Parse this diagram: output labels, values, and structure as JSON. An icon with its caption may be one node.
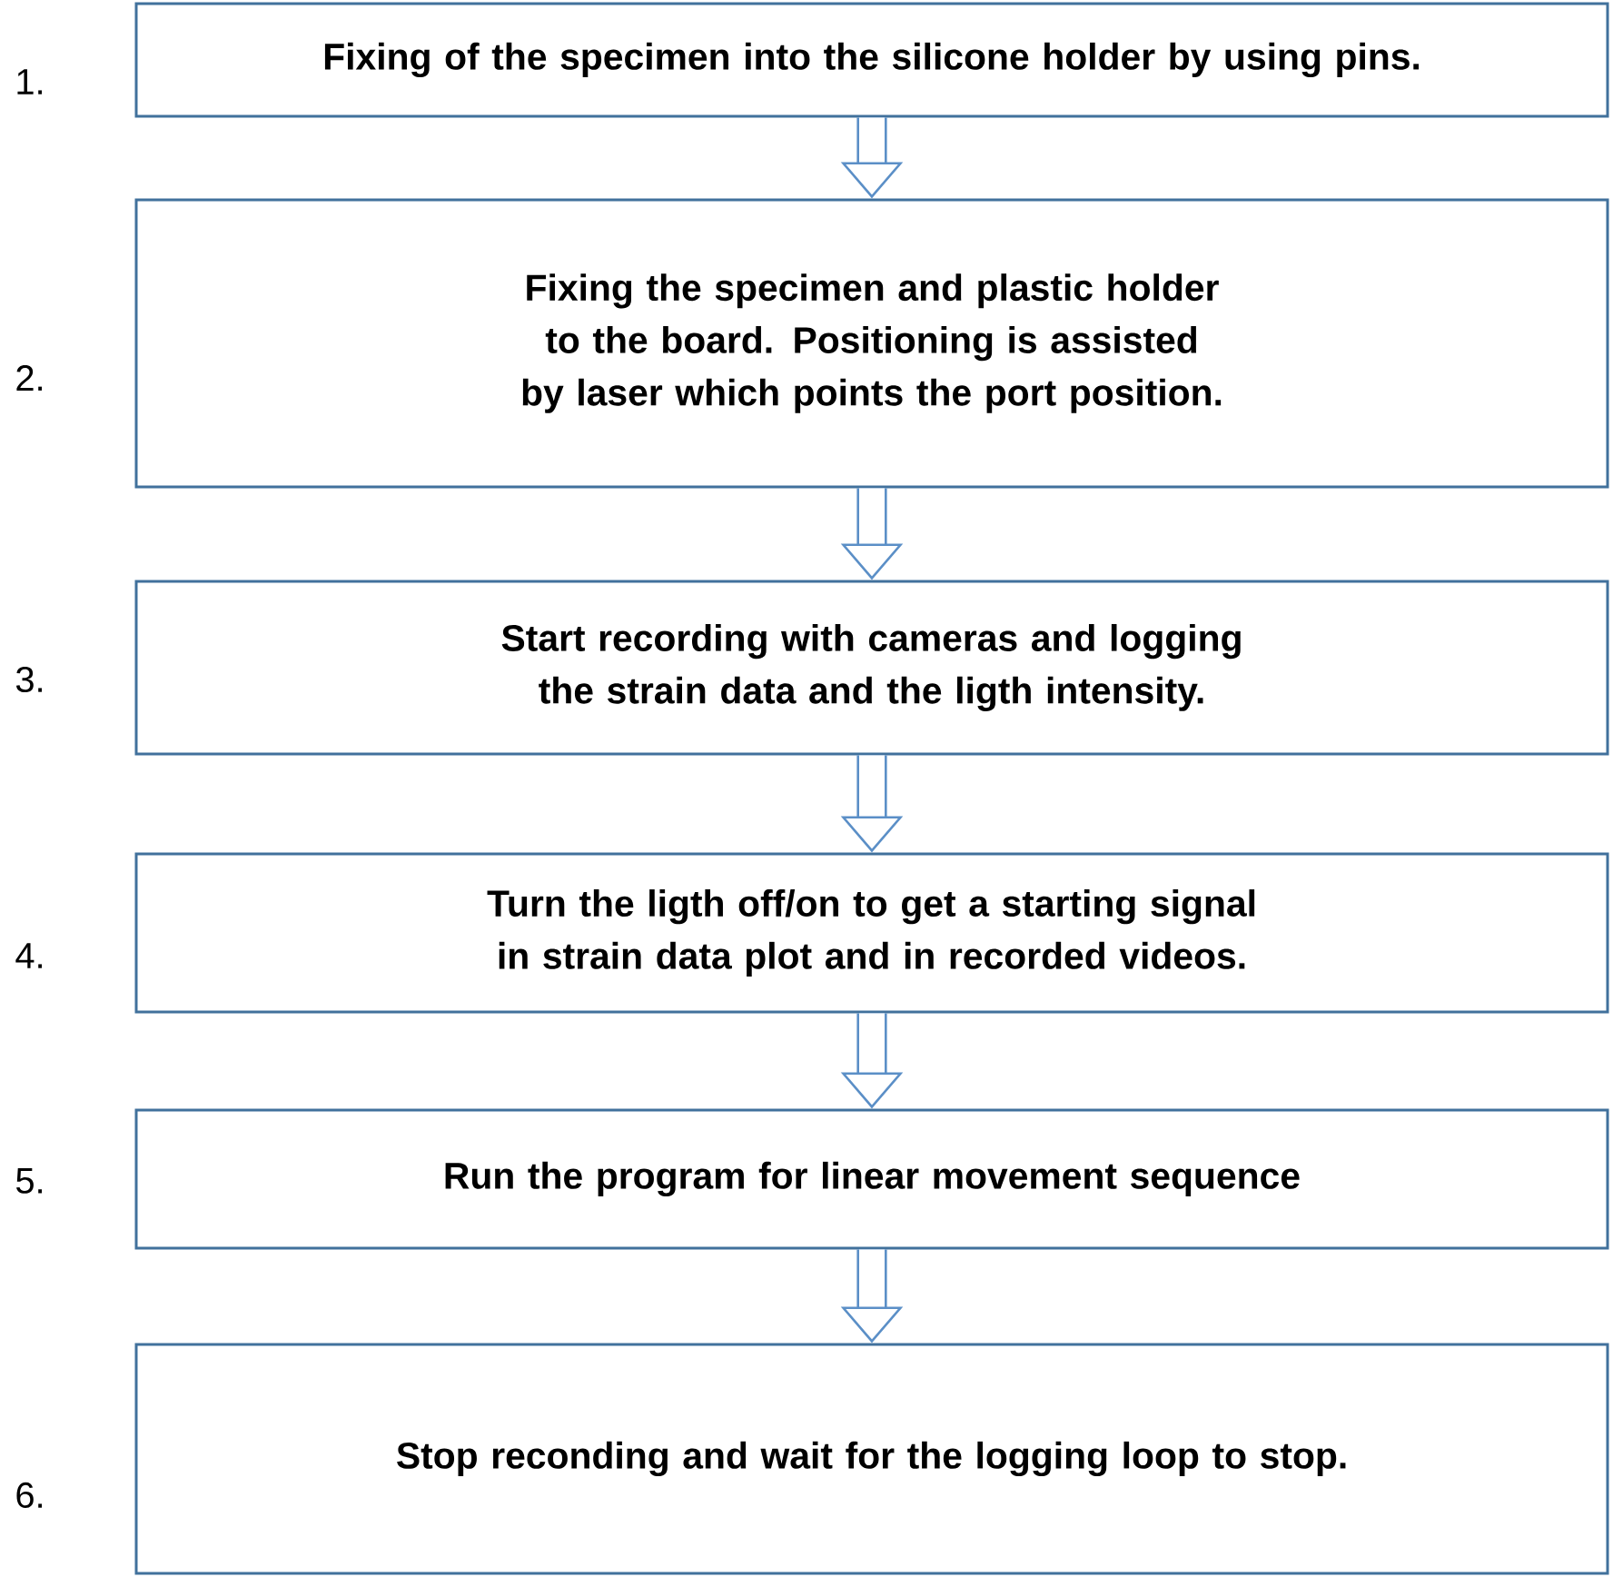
{
  "diagram": {
    "nodes": [
      {
        "text": [
          "Fixing of the specimen into the silicone holder by using pins."
        ],
        "beside": [
          "1."
        ]
      },
      {
        "text": [
          "Fixing the specimen and plastic holder to the board. Positioning is assisted by laser which points the port position."
        ],
        "beside": [
          "2."
        ]
      },
      {
        "text": [
          "Start recording with cameras and logging the strain data and the ligth intensity."
        ],
        "beside": [
          "3."
        ]
      },
      {
        "text": [
          "Turn the ligth off/on to get a starting signal in strain data plot and in recorded videos."
        ],
        "beside": [
          "4."
        ]
      },
      {
        "text": [
          "Run the program for linear movement sequence"
        ],
        "beside": [
          "5."
        ]
      },
      {
        "text": [
          "Stop reconding and wait for the logging loop to stop."
        ],
        "beside": [
          "6."
        ]
      }
    ],
    "edges": [
      {
        "from": 0,
        "to": 1,
        "arrow": "to"
      },
      {
        "from": 1,
        "to": 2,
        "arrow": "to"
      },
      {
        "from": 2,
        "to": 3,
        "arrow": "to"
      },
      {
        "from": 3,
        "to": 4,
        "arrow": "to"
      },
      {
        "from": 4,
        "to": 5,
        "arrow": "to"
      }
    ]
  }
}
